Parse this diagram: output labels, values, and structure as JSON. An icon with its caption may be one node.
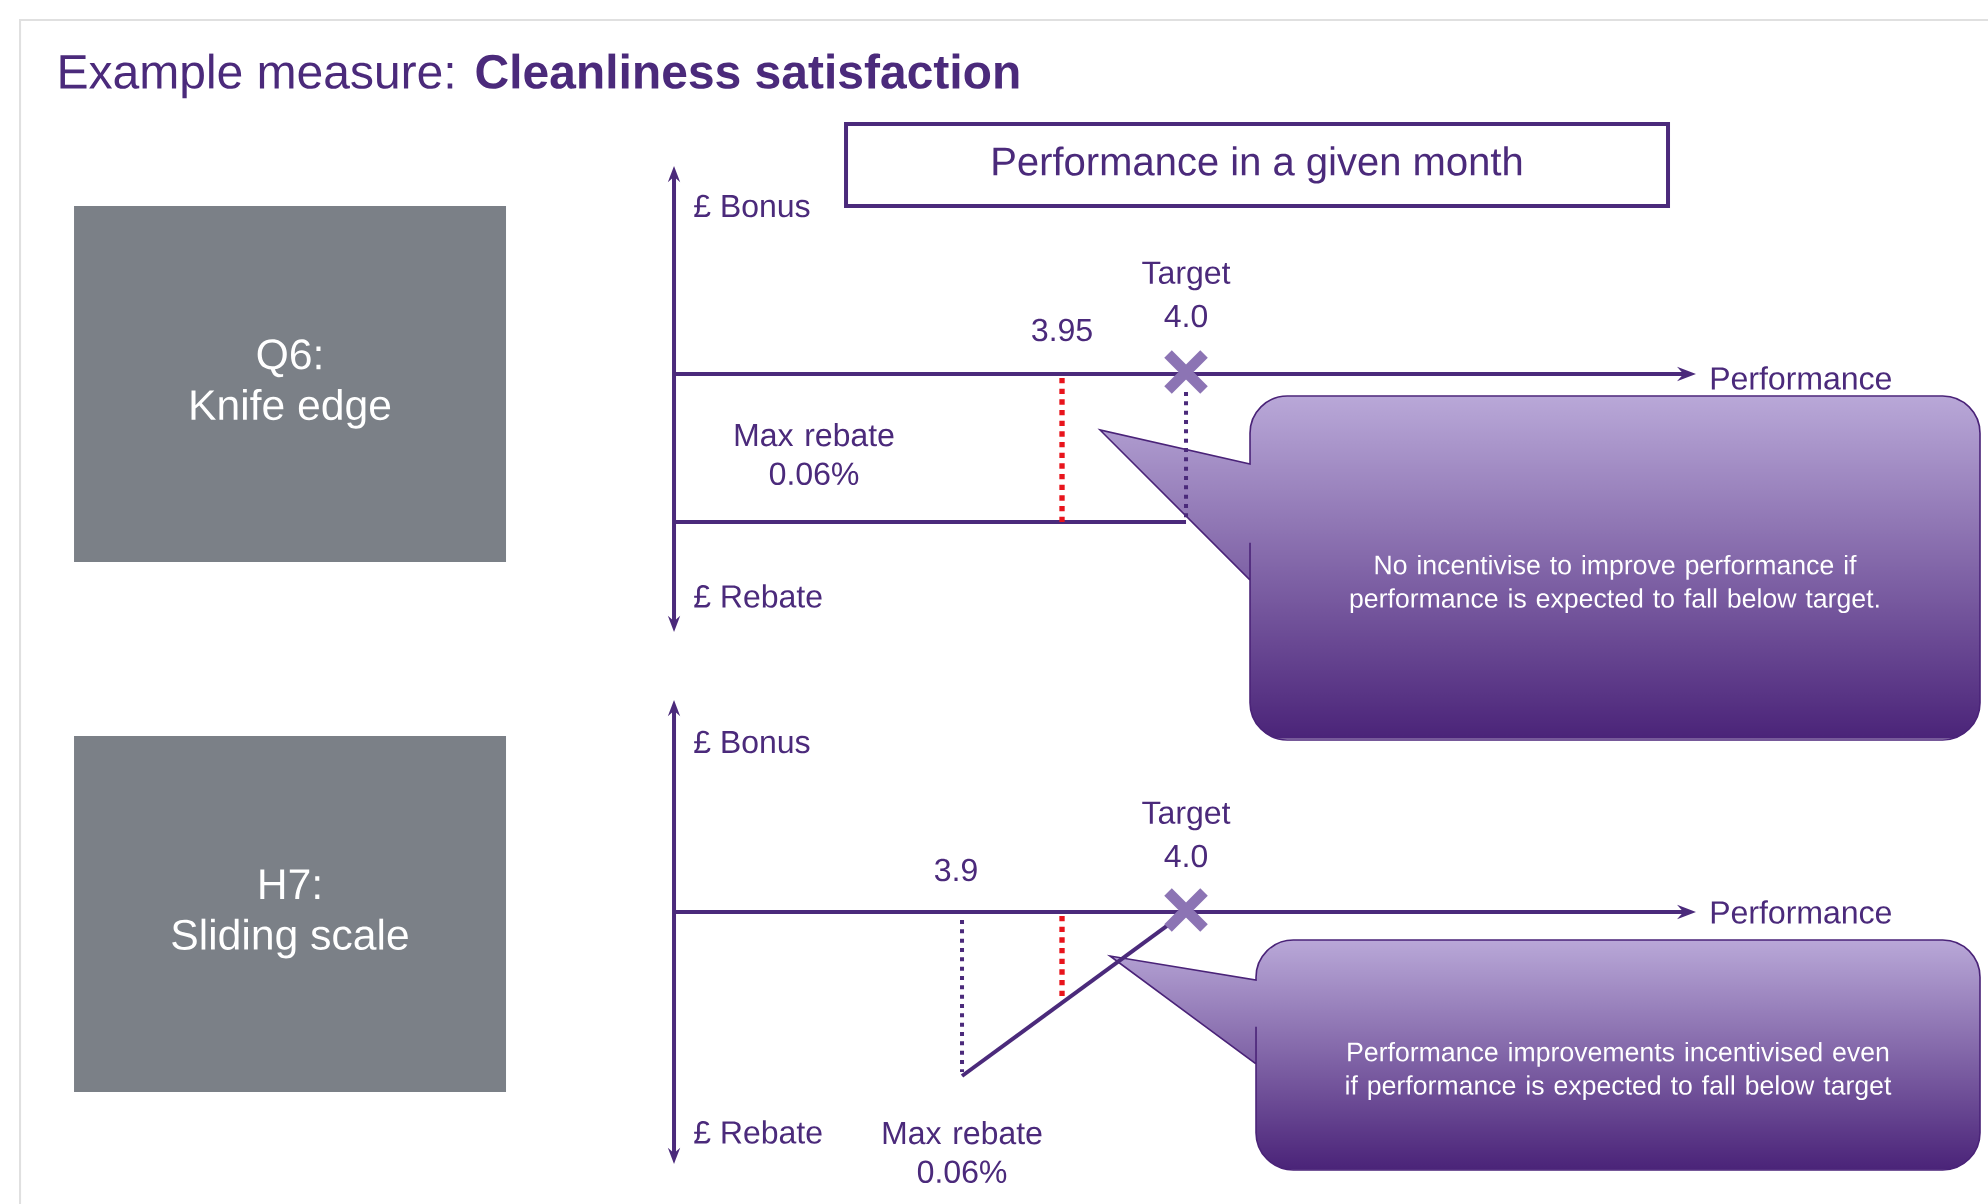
{
  "diagram": {
    "title": "Example measure: **Cleanliness satisfaction**",
    "nodes": [
      {
        "text": [
          "Performance in a given month"
        ]
      },
      {
        "text": [
          "Q6:",
          "Knife edge"
        ]
      },
      {
        "text": [
          "No incentivise to improve performance if performance is expected to fall below target."
        ]
      },
      {
        "text": [
          "H7:",
          "Sliding scale"
        ]
      },
      {
        "text": [
          "Performance improvements incentivised even if performance is expected to fall below target"
        ]
      }
    ],
    "labels": [
      "£ Bonus",
      "Target",
      "4.0",
      "3.95",
      "Performance",
      "Max rebate 0.06%",
      "£ Rebate",
      "£ Bonus",
      "Target",
      "4.0",
      "3.9",
      "Performance",
      "£ Rebate",
      "Max rebate 0.06%"
    ]
  }
}
